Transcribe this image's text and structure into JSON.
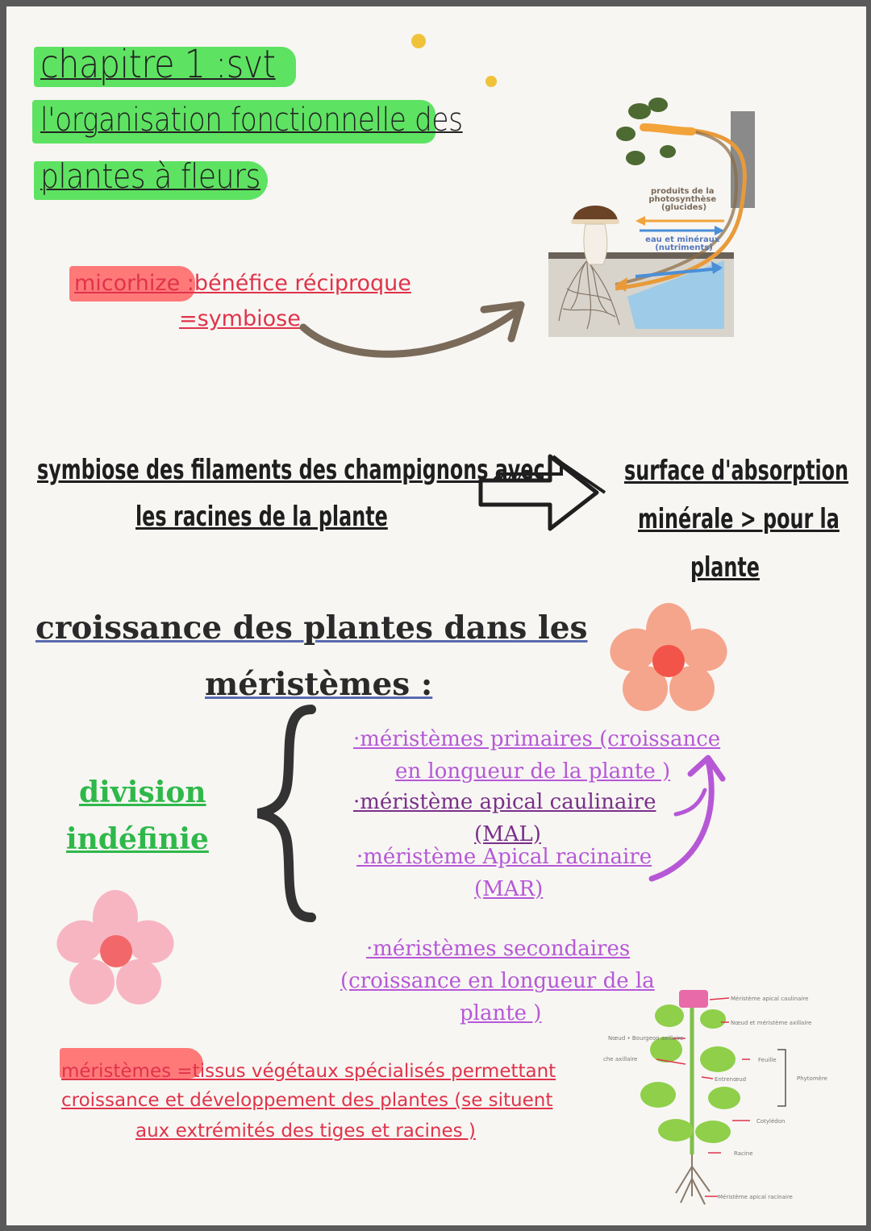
{
  "title": {
    "line1": "chapitre 1 :svt",
    "line2": "l'organisation fonctionnelle des",
    "line3": "plantes à fleurs"
  },
  "mycorrhiza": {
    "line1": "micorhize :bénéfice réciproque",
    "line2": "=symbiose",
    "diagram_labels": {
      "sugars": "produits de la photosynthèse (glucides)",
      "water": "eau et minéraux (nutriments)"
    }
  },
  "symbiosis": {
    "left_line1": "symbiose des filaments des champignons avec",
    "left_line2": "les racines de la plante",
    "right_line1": "surface d'absorption",
    "right_line2": "minérale > pour la",
    "right_line3": "plante"
  },
  "growth": {
    "heading_line1": "croissance des plantes dans les",
    "heading_line2": "méristèmes :",
    "division_line1": "division",
    "division_line2": "indéfinie",
    "primary_line1": "·méristèmes primaires (croissance",
    "primary_line2": "en longueur de la plante )",
    "mal_line1": "·méristème apical caulinaire",
    "mal_line2": "(MAL)",
    "mar_line1": "·méristème Apical racinaire",
    "mar_line2": "(MAR)",
    "secondary_line1": "·méristèmes secondaires",
    "secondary_line2": "(croissance en longueur de la",
    "secondary_line3": "plante )"
  },
  "definition": {
    "line1": "méristèmes =tissus végétaux spécialisés permettant",
    "line2": "croissance et développement des plantes (se situent",
    "line3": "aux extrémités des tiges et racines )"
  },
  "plant_diagram": {
    "label_apical_caulinaire": "Méristème apical caulinaire",
    "label_noeud": "Nœud et méristème axillaire",
    "label_bourgeon": "Nœud • Bourgeon axillaire",
    "label_axillaire": "che axillaire",
    "label_feuille": "Feuille",
    "label_entrenoeud": "Entrenœud",
    "label_phytomere": "Phytomère",
    "label_cotyledon": "Cotylédon",
    "label_racine": "Racine",
    "label_apical_racinaire": "Méristème apical racinaire"
  },
  "colors": {
    "highlight_green": "#55e05a",
    "highlight_red": "#ff6b6b",
    "accent_red": "#e0334a",
    "accent_purple": "#b658d6",
    "accent_green": "#2fb84a",
    "arrow_brown": "#7a6a5a"
  }
}
